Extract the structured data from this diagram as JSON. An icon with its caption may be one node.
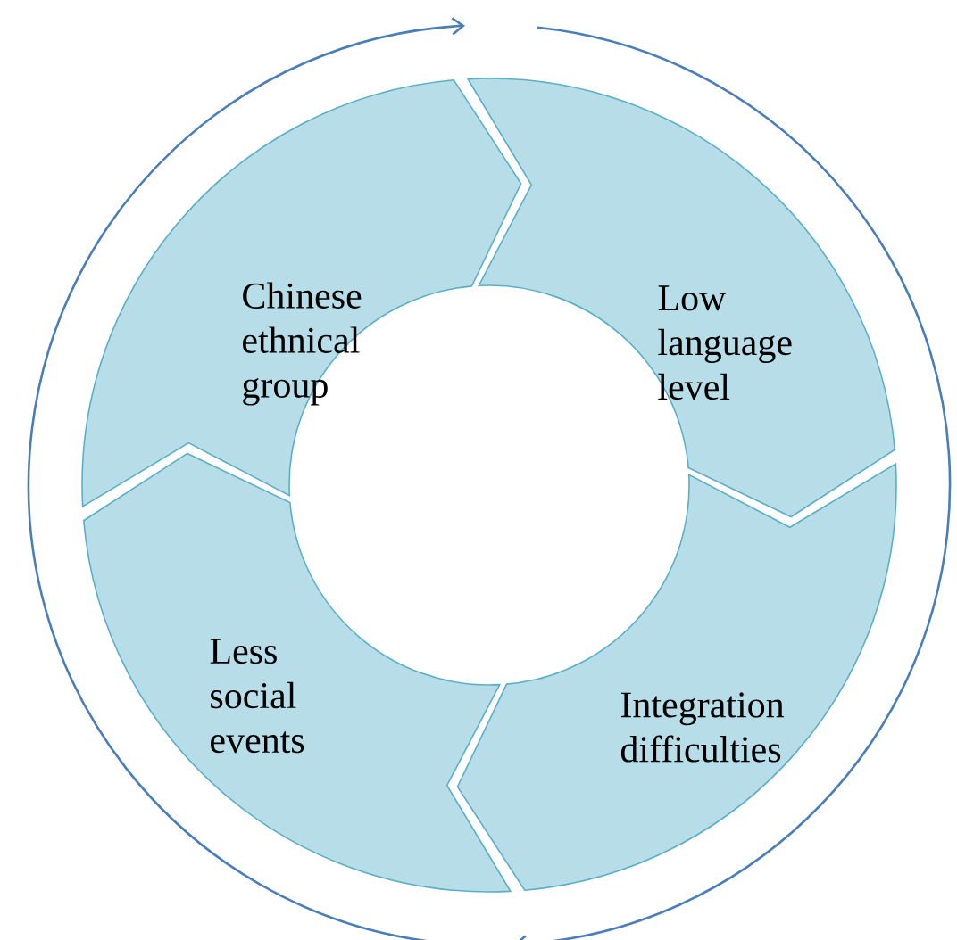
{
  "diagram": {
    "nodes": [
      {
        "text": [
          "Chinese ethnical group"
        ]
      },
      {
        "text": [
          "Low language level"
        ]
      },
      {
        "text": [
          "Integration difficulties"
        ]
      },
      {
        "text": [
          "Less social events"
        ]
      }
    ]
  }
}
